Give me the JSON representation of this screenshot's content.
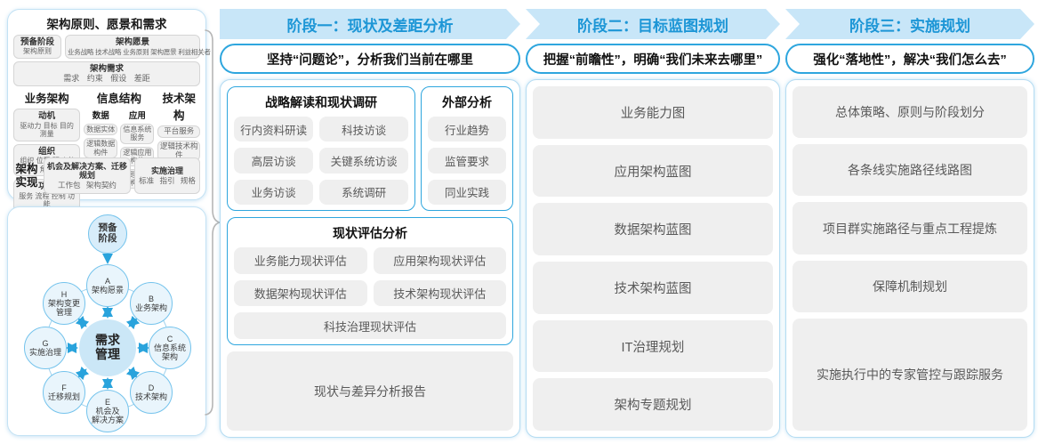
{
  "colors": {
    "accent_blue": "#2ea6de",
    "banner_bg": "#c8e6f8",
    "banner_text": "#1d96d6",
    "panel_border": "#b5dcf2",
    "item_bg": "#efefef",
    "item_text": "#595959",
    "circle_fill": "#e9f5fc",
    "circle_border": "#74c3ec",
    "center_circle_fill": "#cbe7f7",
    "brace_gray": "#b5b5b5"
  },
  "framework": {
    "title": "架构原则、愿景和需求",
    "prep": {
      "title": "预备阶段",
      "sub": "架构原则"
    },
    "vision": {
      "title": "架构愿景",
      "sub": "业务战略 技术战略 业务原则 架构愿景 利益相关者"
    },
    "requirements": {
      "title": "架构需求",
      "sub": "需求  约束  假设  差距"
    },
    "business": {
      "header": "业务架构",
      "boxes": [
        {
          "title": "动机",
          "sub": "驱动力 目标 目的 测量"
        },
        {
          "title": "组织",
          "sub": "组织 位置 驱动者 角色"
        },
        {
          "title": "功能",
          "sub": "服务 流程 控制 功能"
        }
      ]
    },
    "information": {
      "header": "信息结构",
      "data": {
        "header": "数据",
        "boxes": [
          "数据实体",
          "逻辑数据构件",
          "物理数据构件"
        ]
      },
      "app": {
        "header": "应用",
        "boxes": [
          "信息系统服务",
          "逻辑应用构件",
          "物理应用构件"
        ]
      }
    },
    "technology": {
      "header": "技术架构",
      "boxes": [
        "平台服务",
        "逻辑技术构件",
        "物理技术构件"
      ]
    },
    "realization": {
      "label": "架构\n实现",
      "box1": {
        "title": "机会及解决方案、迁移规划",
        "sub": "工作包  架构契约"
      },
      "box2": {
        "title": "实施治理",
        "sub": "标准  指引  规格"
      }
    }
  },
  "adm": {
    "prep": "预备\n阶段",
    "center": "需求\n管理",
    "nodes": {
      "a": "A\n架构愿景",
      "b": "B\n业务架构",
      "c": "C\n信息系统\n架构",
      "d": "D\n技术架构",
      "e": "E\n机会及\n解决方案",
      "f": "F\n迁移规划",
      "g": "G\n实施治理",
      "h": "H\n架构变更\n管理"
    }
  },
  "phases": [
    {
      "banner": "阶段一：现状及差距分析",
      "subtitle": "坚持“问题论”，分析我们当前在哪里",
      "groups": [
        {
          "title": "战略解读和现状调研",
          "items": [
            "行内资料研读",
            "科技访谈",
            "高层访谈",
            "关键系统访谈",
            "业务访谈",
            "系统调研"
          ]
        },
        {
          "title": "外部分析",
          "items": [
            "行业趋势",
            "监管要求",
            "同业实践"
          ]
        },
        {
          "title": "现状评估分析",
          "items": [
            "业务能力现状评估",
            "应用架构现状评估",
            "数据架构现状评估",
            "技术架构现状评估",
            "科技治理现状评估"
          ]
        }
      ],
      "report": "现状与差异分析报告"
    },
    {
      "banner": "阶段二：目标蓝图规划",
      "subtitle": "把握“前瞻性”，明确“我们未来去哪里”",
      "items": [
        "业务能力图",
        "应用架构蓝图",
        "数据架构蓝图",
        "技术架构蓝图",
        "IT治理规划",
        "架构专题规划"
      ]
    },
    {
      "banner": "阶段三：实施规划",
      "subtitle": "强化“落地性”，解决“我们怎么去”",
      "items": [
        "总体策略、原则与阶段划分",
        "各条线实施路径线路图",
        "项目群实施路径与重点工程提炼",
        "保障机制规划",
        "实施执行中的专家管控与跟踪服务"
      ]
    }
  ]
}
